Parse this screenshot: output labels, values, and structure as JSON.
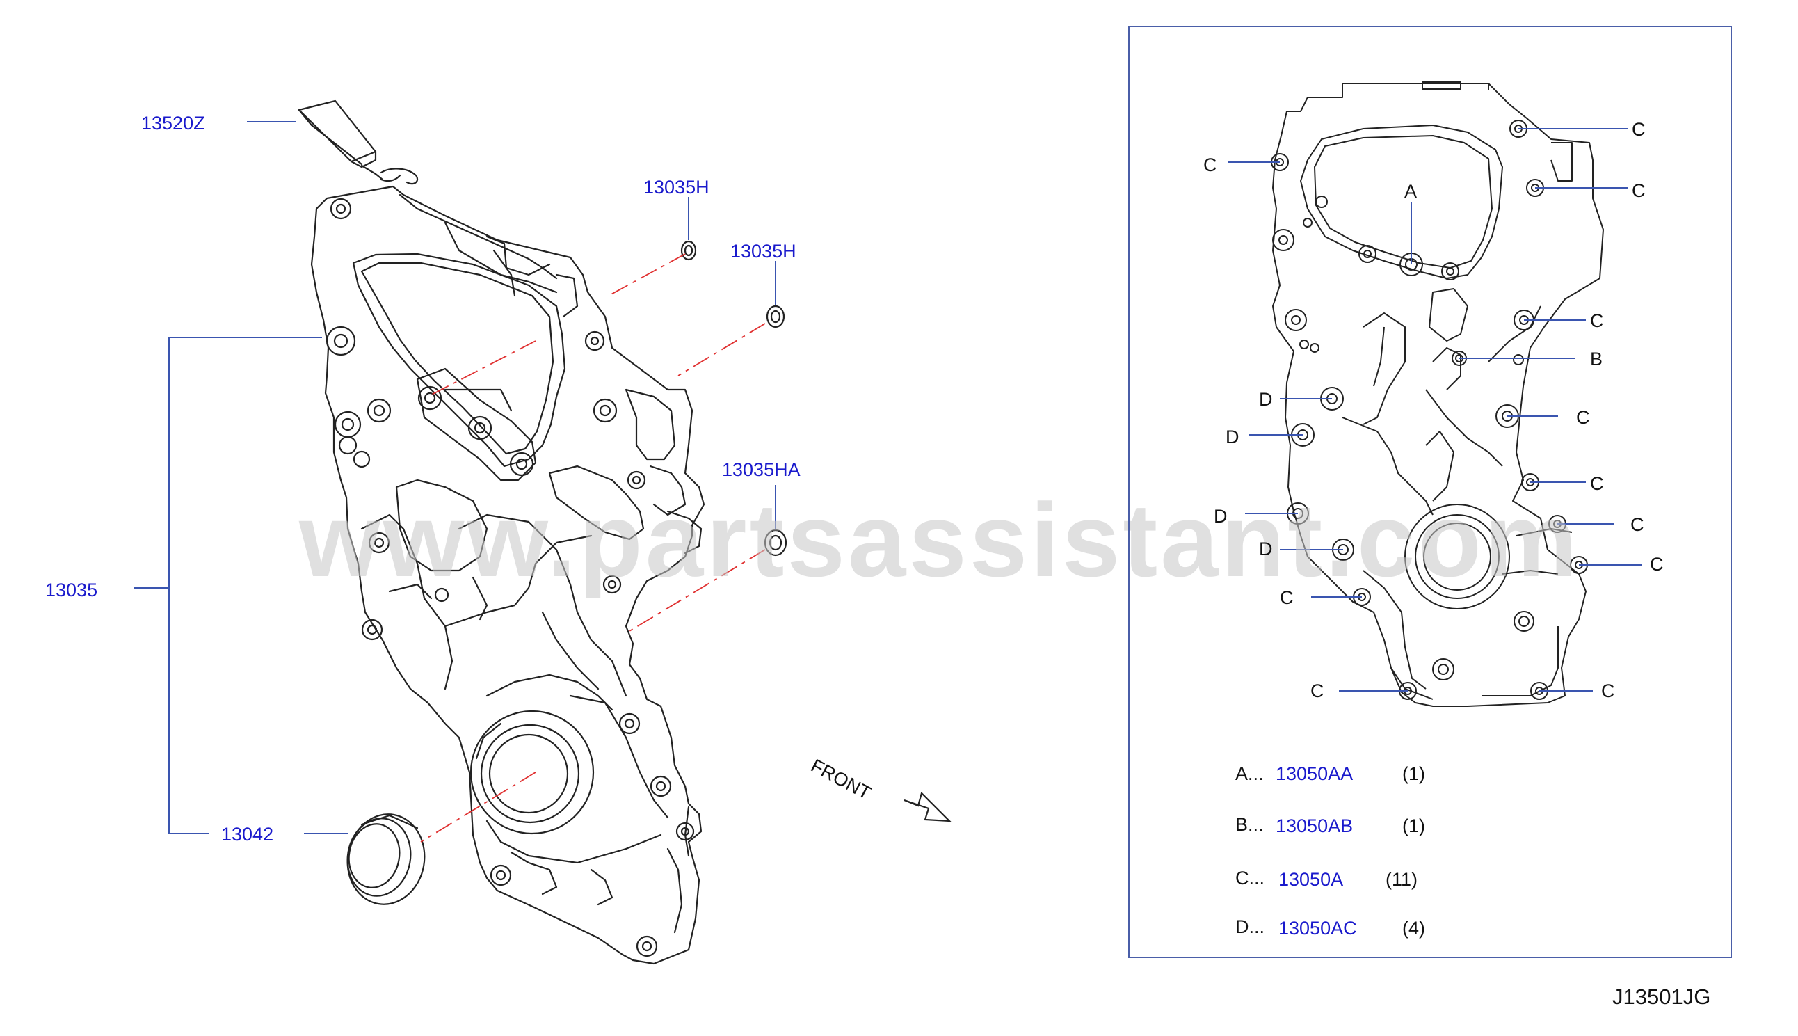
{
  "watermark": "www.partsassistant.com",
  "drawing_code": "J13501JG",
  "direction_label": "FRONT",
  "colors": {
    "part_number": "#1a1acc",
    "leader": "#3a55b0",
    "drawing": "#222222",
    "centerline": "#e03030",
    "frame": "#4a5ea8"
  },
  "callouts": {
    "sealant": "13520Z",
    "cover_assembly": "13035",
    "plug_1": "13035H",
    "plug_2": "13035H",
    "plug_3": "13035HA",
    "oil_seal": "13042"
  },
  "inset": {
    "hole_letters": {
      "a": "A",
      "b": "B",
      "c": "C",
      "d": "D"
    },
    "legend": [
      {
        "letter": "A...",
        "part": "13050AA",
        "qty": "(1)"
      },
      {
        "letter": "B...",
        "part": "13050AB",
        "qty": "(1)"
      },
      {
        "letter": "C...",
        "part": "13050A",
        "qty": "(11)"
      },
      {
        "letter": "D...",
        "part": "13050AC",
        "qty": "(4)"
      }
    ]
  }
}
